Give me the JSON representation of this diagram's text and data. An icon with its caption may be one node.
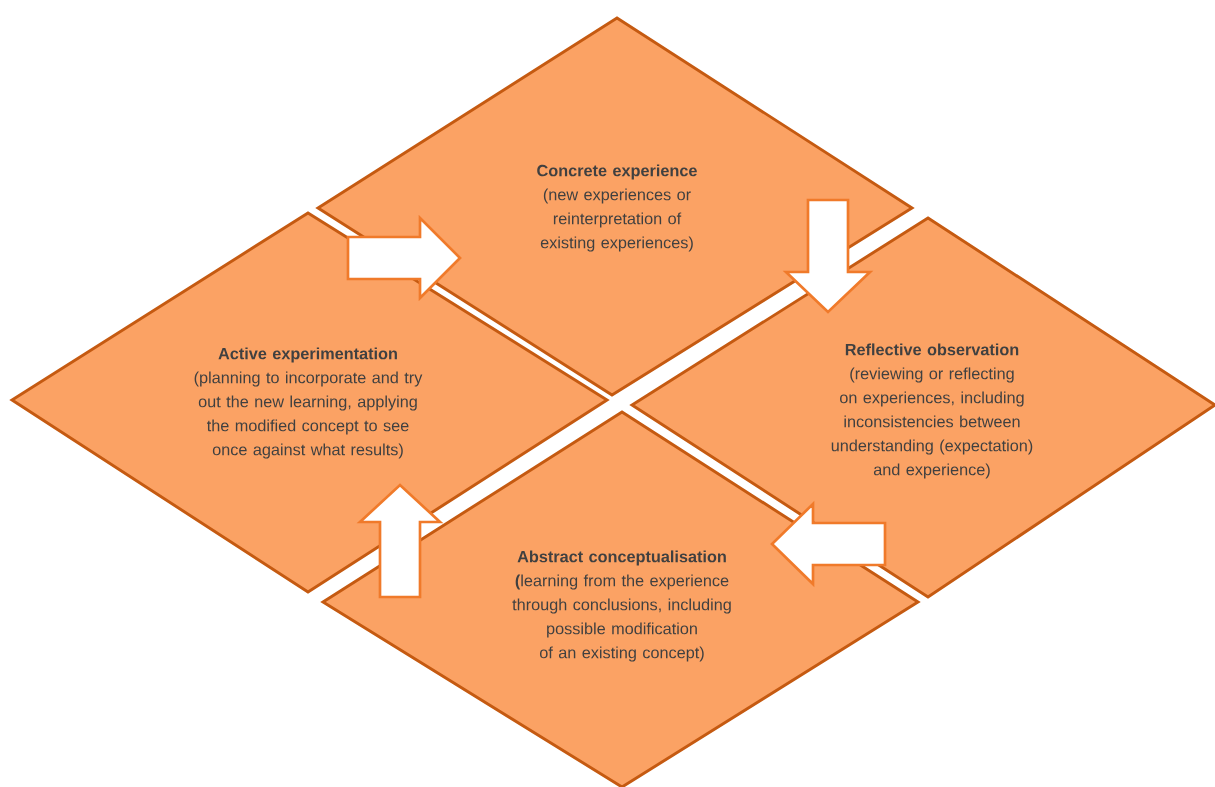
{
  "diagram": {
    "nodes": [
      {
        "text": [
          "Concrete experience",
          "(new experiences or reinterpretation of existing experiences)"
        ]
      },
      {
        "text": [
          "Reflective observation",
          "(reviewing or reflecting on experiences, including inconsistencies between understanding (expectation) and experience)"
        ]
      },
      {
        "text": [
          "Abstract conceptualisation",
          "**(**learning from the experience through conclusions, including possible modification of an existing concept)"
        ]
      },
      {
        "text": [
          "Active experimentation",
          "(planning to incorporate and try out the new learning, applying the modified concept to see once against what results)"
        ]
      }
    ],
    "edges": [
      {
        "from": 3,
        "to": 0,
        "arrow": "to"
      },
      {
        "from": 0,
        "to": 1,
        "arrow": "to"
      },
      {
        "from": 1,
        "to": 2,
        "arrow": "to"
      },
      {
        "from": 2,
        "to": 3,
        "arrow": "to"
      }
    ]
  }
}
